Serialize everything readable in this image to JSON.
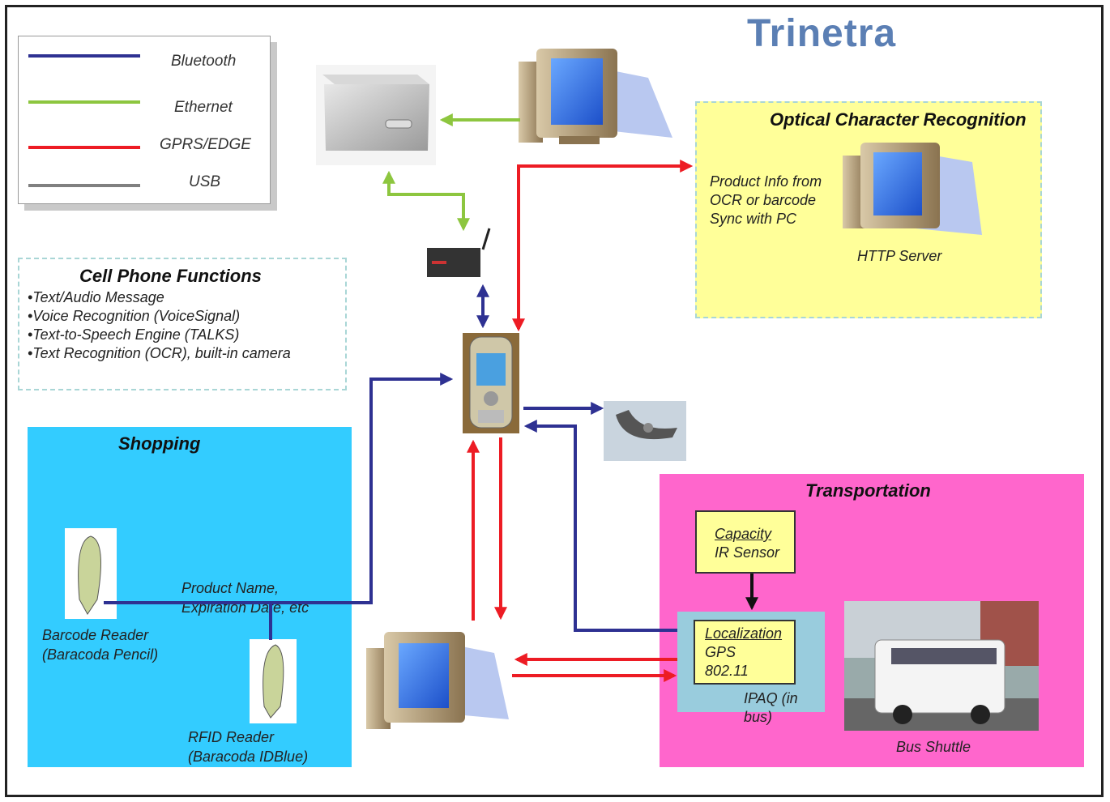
{
  "title": "Trinetra",
  "legend": [
    {
      "label": "Bluetooth",
      "color": "#2e3192"
    },
    {
      "label": "Ethernet",
      "color": "#8dc63f"
    },
    {
      "label": "GPRS/EDGE",
      "color": "#ed1c24"
    },
    {
      "label": "USB",
      "color": "#808080"
    }
  ],
  "cell_phone": {
    "title": "Cell Phone Functions",
    "items": [
      "•Text/Audio Message",
      "•Voice Recognition (VoiceSignal)",
      "•Text-to-Speech Engine (TALKS)",
      "•Text Recognition (OCR), built-in camera"
    ]
  },
  "ocr": {
    "title": "Optical Character Recognition",
    "lines": [
      "Product Info from",
      "OCR or barcode",
      "Sync with PC"
    ],
    "server_label": "HTTP Server"
  },
  "shopping": {
    "title": "Shopping",
    "product_label_1": "Product Name,",
    "product_label_2": "Expiration Date, etc",
    "barcode_1": "Barcode Reader",
    "barcode_2": "(Baracoda Pencil)",
    "rfid_1": "RFID Reader",
    "rfid_2": "(Baracoda IDBlue)"
  },
  "transport": {
    "title": "Transportation",
    "capacity_title": "Capacity",
    "capacity_sub": "IR Sensor",
    "loc_title": "Localization",
    "loc_gps": "GPS",
    "loc_wifi": "802.11",
    "ipaq": "IPAQ (in bus)",
    "bus_label": "Bus Shuttle"
  },
  "colors": {
    "bluetooth": "#2e3192",
    "ethernet": "#8dc63f",
    "gprs": "#ed1c24",
    "usb": "#808080",
    "shopping_bg": "#33ccff",
    "transport_bg": "#ff66cc",
    "ocr_bg": "#ffff99"
  }
}
